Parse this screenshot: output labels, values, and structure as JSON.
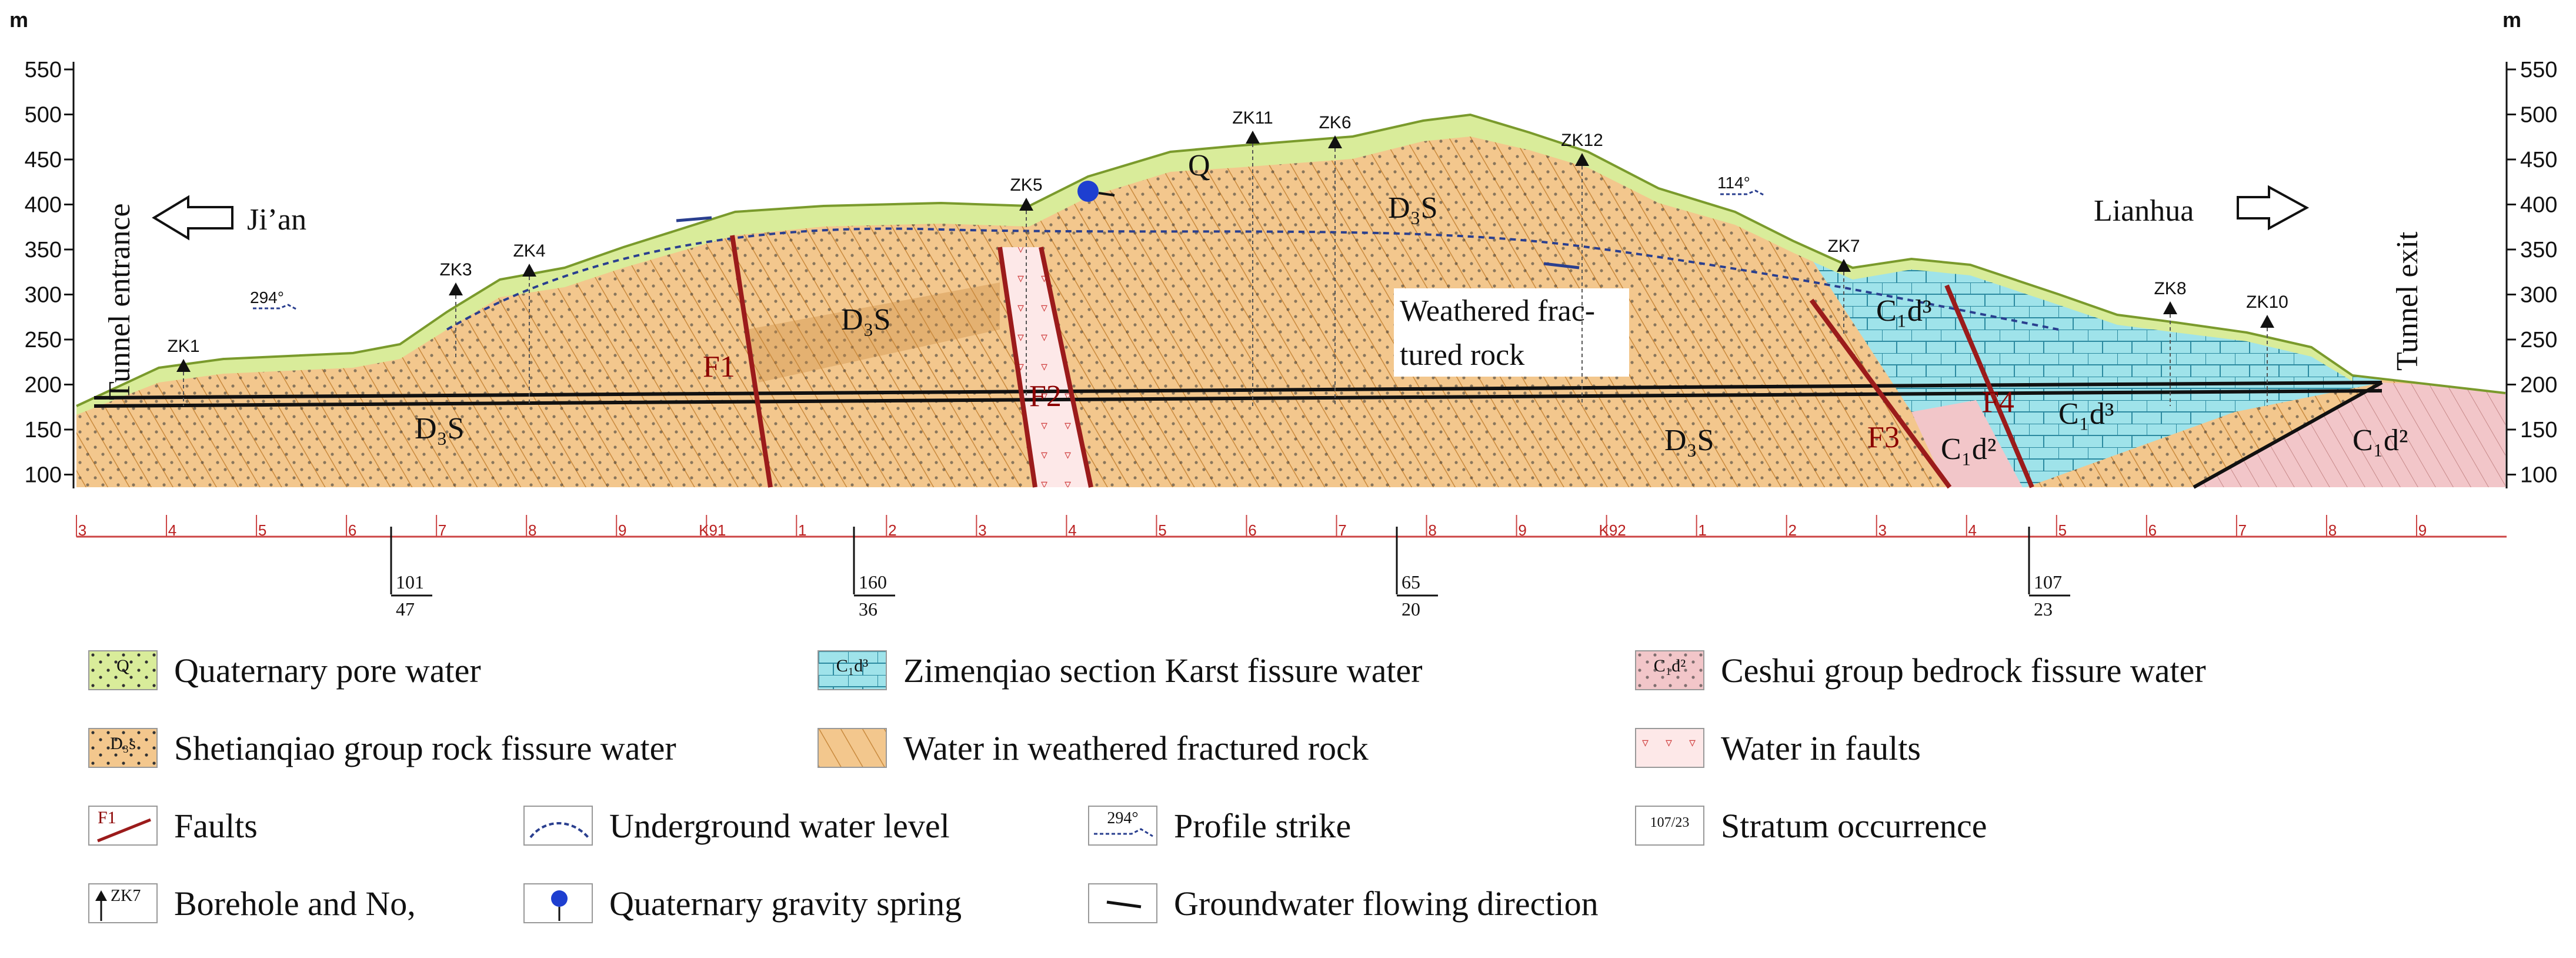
{
  "axis": {
    "unit_left": "m",
    "unit_right": "m",
    "ticks": [
      "550",
      "500",
      "450",
      "400",
      "350",
      "300",
      "250",
      "200",
      "150",
      "100"
    ]
  },
  "labels": {
    "tunnel_entrance": "Tunnel entrance",
    "tunnel_exit": "Tunnel exit",
    "west_town": "Ji’an",
    "east_town": "Lianhua",
    "weathered_line1": "Weathered frac-",
    "weathered_line2": "tured rock",
    "q": "Q",
    "d3s_a": "D₃S",
    "d3s_b": "D₃S",
    "d3s_c": "D₃S",
    "d3s_d": "D₃S",
    "c1d3_a": "C₁d³",
    "c1d3_b": "C₁d³",
    "c1d2_a": "C₁d²",
    "c1d2_b": "C₁d²",
    "strike_a": "294°",
    "strike_b": "114°"
  },
  "faults": [
    "F1",
    "F2",
    "F3",
    "F4"
  ],
  "boreholes": [
    "ZK1",
    "ZK3",
    "ZK4",
    "ZK5",
    "ZK11",
    "ZK6",
    "ZK12",
    "ZK7",
    "ZK8",
    "ZK10"
  ],
  "chainage": [
    "3",
    "4",
    "5",
    "6",
    "7",
    "8",
    "9",
    "K91",
    "1",
    "2",
    "3",
    "4",
    "5",
    "6",
    "7",
    "8",
    "9",
    "K92",
    "1",
    "2",
    "3",
    "4",
    "5",
    "6",
    "7",
    "8",
    "9"
  ],
  "occurrences": [
    {
      "dip_dir": "101",
      "dip": "47"
    },
    {
      "dip_dir": "160",
      "dip": "36"
    },
    {
      "dip_dir": "65",
      "dip": "20"
    },
    {
      "dip_dir": "107",
      "dip": "23"
    }
  ],
  "legend": [
    {
      "label": "Quaternary  pore water",
      "icon": "quaternary-swatch",
      "swatch_text": "Q"
    },
    {
      "label": "Zimenqiao section Karst fissure water",
      "icon": "karst-swatch",
      "swatch_text": "C₁d³"
    },
    {
      "label": "Ceshui group bedrock fissure water",
      "icon": "ceshui-swatch",
      "swatch_text": "C₁d²"
    },
    {
      "label": "Shetianqiao group rock fissure water",
      "icon": "shetianqiao-swatch",
      "swatch_text": "D₃s"
    },
    {
      "label": "Water in weathered fractured rock",
      "icon": "weathered-swatch",
      "swatch_text": ""
    },
    {
      "label": "Water in faults",
      "icon": "fault-water-swatch",
      "swatch_text": ""
    },
    {
      "label": "Faults",
      "icon": "fault-line-icon",
      "swatch_text": "F1"
    },
    {
      "label": "Underground water level",
      "icon": "water-level-icon",
      "swatch_text": ""
    },
    {
      "label": "Profile strike",
      "icon": "profile-strike-icon",
      "swatch_text": "294°"
    },
    {
      "label": "Stratum occurrence",
      "icon": "stratum-occurrence-icon",
      "swatch_text": "107/23"
    },
    {
      "label": "Borehole and No,",
      "icon": "borehole-icon",
      "swatch_text": "ZK7"
    },
    {
      "label": "Quaternary  gravity spring",
      "icon": "gravity-spring-icon",
      "swatch_text": ""
    },
    {
      "label": "Groundwater flowing direction",
      "icon": "flow-direction-icon",
      "swatch_text": ""
    }
  ],
  "colors": {
    "quaternary": "#d9ec9a",
    "sandstone": "#f3c78d",
    "karst": "#9fe3ea",
    "ceshui": "#f2c6c9",
    "fault": "#9b1b1b",
    "tunnel": "#111111"
  }
}
